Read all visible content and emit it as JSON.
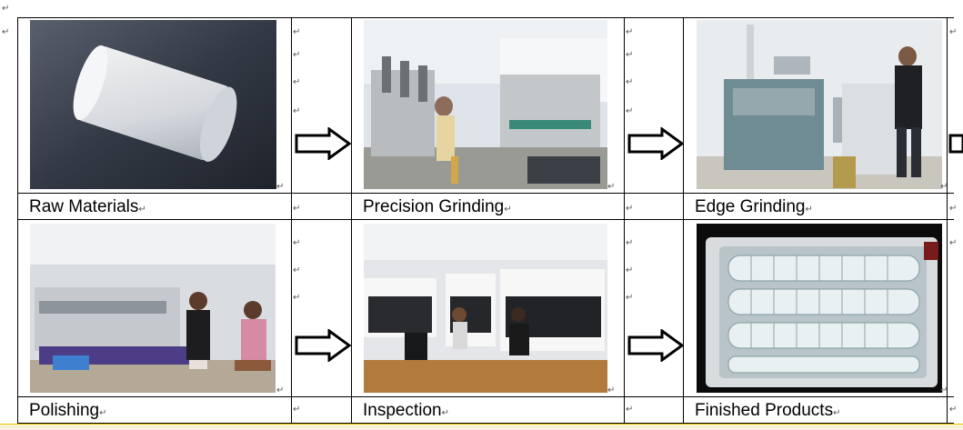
{
  "steps": [
    {
      "label": "Raw Materials",
      "photo": "raw-materials-photo"
    },
    {
      "label": "Precision Grinding",
      "photo": "precision-grinding-photo"
    },
    {
      "label": "Edge Grinding",
      "photo": "edge-grinding-photo"
    },
    {
      "label": "Polishing",
      "photo": "polishing-photo"
    },
    {
      "label": "Inspection",
      "photo": "inspection-photo"
    },
    {
      "label": "Finished Products",
      "photo": "finished-products-photo"
    }
  ],
  "paragraph_mark": "↵",
  "colors": {
    "border": "#000000",
    "arrow": "#000000",
    "accent": "#e9c400"
  }
}
